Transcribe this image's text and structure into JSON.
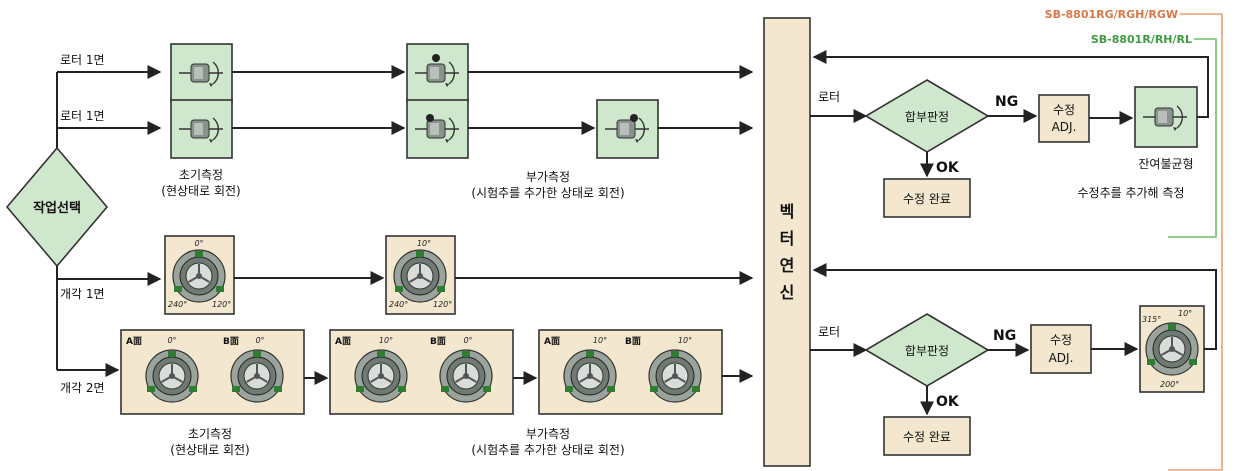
{
  "colors": {
    "green_fill": "#cfe7cc",
    "tan_fill": "#f3e8cf",
    "model_rg_line": "#e8a070",
    "model_rg_text": "#d9794a",
    "model_r_line": "#6cbf6c",
    "model_r_text": "#3f9b3f",
    "line": "#222222"
  },
  "start": {
    "label": "작업선택"
  },
  "rows": {
    "roller_1a": "로터 1면",
    "roller_1b": "로터 1면",
    "flywheel_1": "개각 1면",
    "flywheel_2": "개각 2면"
  },
  "captions": {
    "initial_title": "초기측정",
    "initial_sub": "(현상태로 회전)",
    "additional_title": "부가측정",
    "additional_sub": "(시험추를 추가한 상태로 회전)"
  },
  "center": {
    "chars": [
      "벡",
      "터",
      "연",
      "신"
    ]
  },
  "models": {
    "rg": "SB-8801RG/RGH/RGW",
    "r": "SB-8801R/RH/RL"
  },
  "right_top": {
    "input_label": "로터",
    "judge": "합부판정",
    "ng": "NG",
    "ok": "OK",
    "fix_line1": "수정",
    "fix_line2": "ADJ.",
    "done": "수정 완료",
    "residual": "잔여불균형",
    "add_measure": "수정추를 추가해 측정"
  },
  "right_bottom": {
    "input_label": "로터",
    "judge": "합부판정",
    "ng": "NG",
    "ok": "OK",
    "fix_line1": "수정",
    "fix_line2": "ADJ.",
    "done": "수정 완료"
  },
  "dial": {
    "a_face": "A面",
    "b_face": "B面",
    "d0": "0°",
    "d10": "10°",
    "d120": "120°",
    "d240": "240°",
    "d200": "200°",
    "d315": "315°"
  }
}
